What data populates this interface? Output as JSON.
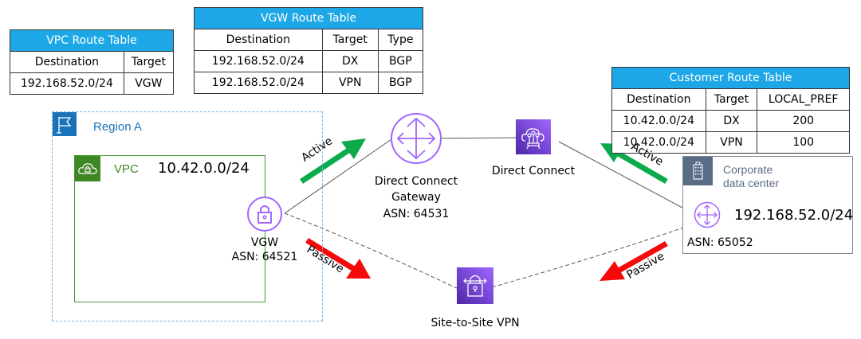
{
  "vpc_route_table": {
    "title": "VPC Route Table",
    "headers": [
      "Destination",
      "Target"
    ],
    "rows": [
      [
        "192.168.52.0/24",
        "VGW"
      ]
    ]
  },
  "vgw_route_table": {
    "title": "VGW Route Table",
    "headers": [
      "Destination",
      "Target",
      "Type"
    ],
    "rows": [
      [
        "192.168.52.0/24",
        "DX",
        "BGP"
      ],
      [
        "192.168.52.0/24",
        "VPN",
        "BGP"
      ]
    ]
  },
  "customer_route_table": {
    "title": "Customer Route Table",
    "headers": [
      "Destination",
      "Target",
      "LOCAL_PREF"
    ],
    "rows": [
      [
        "10.42.0.0/24",
        "DX",
        "200"
      ],
      [
        "10.42.0.0/24",
        "VPN",
        "100"
      ]
    ]
  },
  "region": {
    "label": "Region A",
    "icon": "flag-icon"
  },
  "vpc": {
    "label": "VPC",
    "cidr": "10.42.0.0/24",
    "icon": "cloud-lock-icon"
  },
  "vgw": {
    "name": "VGW",
    "asn": "ASN: 64521",
    "icon": "lock-icon"
  },
  "dx_gateway": {
    "name_line1": "Direct Connect",
    "name_line2": "Gateway",
    "asn": "ASN: 64531",
    "icon": "arrows-circle-icon"
  },
  "direct_connect": {
    "name": "Direct Connect",
    "icon": "cloud-circuit-icon"
  },
  "vpn": {
    "name": "Site-to-Site VPN",
    "icon": "lock-arrows-icon"
  },
  "corporate_dc": {
    "label_line1": "Corporate",
    "label_line2": "data center",
    "cidr": "192.168.52.0/24",
    "asn": "ASN: 65052",
    "icon": "building-icon"
  },
  "arrows": {
    "left_active": "Active",
    "right_active": "Active",
    "left_passive": "Passive",
    "right_passive": "Passive"
  },
  "colors": {
    "table_header": "#1ea7e6",
    "active": "#0bab4b",
    "passive": "#f40a0a",
    "aws_purple": "#8c4fff",
    "region_blue": "#1a73b8",
    "vpc_green": "#3f8624"
  }
}
